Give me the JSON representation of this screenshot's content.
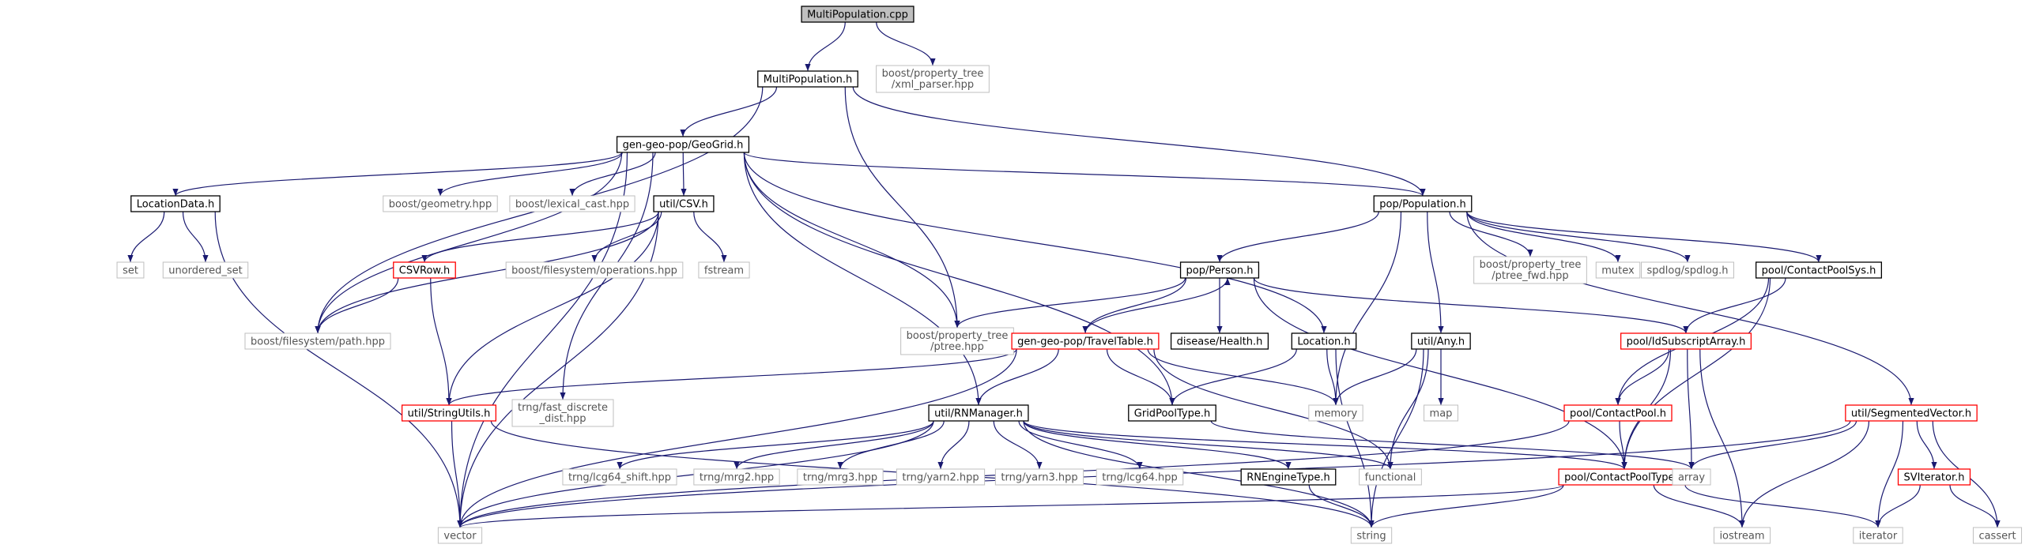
{
  "title": "MultiPopulation.cpp",
  "colors": {
    "edge": "#191970",
    "box_stroke_normal": "#000000",
    "box_stroke_external": "#bfbfbf",
    "box_stroke_truncated": "#ff0000",
    "root_fill": "#bfbfbf",
    "text_normal": "#000000",
    "text_external": "#555555"
  },
  "nodes": [
    {
      "id": "root",
      "label": "MultiPopulation.cpp",
      "kind": "root"
    },
    {
      "id": "multipop_h",
      "label": "MultiPopulation.h",
      "kind": "normal"
    },
    {
      "id": "xml_parser",
      "label": "boost/property_tree\n/xml_parser.hpp",
      "kind": "external"
    },
    {
      "id": "geogrid",
      "label": "gen-geo-pop/GeoGrid.h",
      "kind": "normal"
    },
    {
      "id": "population",
      "label": "pop/Population.h",
      "kind": "normal"
    },
    {
      "id": "locationdata",
      "label": "LocationData.h",
      "kind": "normal"
    },
    {
      "id": "boost_geometry",
      "label": "boost/geometry.hpp",
      "kind": "external"
    },
    {
      "id": "lexical_cast",
      "label": "boost/lexical_cast.hpp",
      "kind": "external"
    },
    {
      "id": "csv_h",
      "label": "util/CSV.h",
      "kind": "normal"
    },
    {
      "id": "set",
      "label": "set",
      "kind": "external"
    },
    {
      "id": "unordered_set",
      "label": "unordered_set",
      "kind": "external"
    },
    {
      "id": "csvrow",
      "label": "CSVRow.h",
      "kind": "truncated"
    },
    {
      "id": "fs_operations",
      "label": "boost/filesystem/operations.hpp",
      "kind": "external"
    },
    {
      "id": "fstream",
      "label": "fstream",
      "kind": "external"
    },
    {
      "id": "fs_path",
      "label": "boost/filesystem/path.hpp",
      "kind": "external"
    },
    {
      "id": "ptree_fwd",
      "label": "boost/property_tree\n/ptree_fwd.hpp",
      "kind": "external"
    },
    {
      "id": "mutex",
      "label": "mutex",
      "kind": "external"
    },
    {
      "id": "spdlog",
      "label": "spdlog/spdlog.h",
      "kind": "external"
    },
    {
      "id": "contactpoolsys",
      "label": "pool/ContactPoolSys.h",
      "kind": "normal"
    },
    {
      "id": "person",
      "label": "pop/Person.h",
      "kind": "normal"
    },
    {
      "id": "ptree",
      "label": "boost/property_tree\n/ptree.hpp",
      "kind": "external"
    },
    {
      "id": "traveltable",
      "label": "gen-geo-pop/TravelTable.h",
      "kind": "truncated"
    },
    {
      "id": "health",
      "label": "disease/Health.h",
      "kind": "normal"
    },
    {
      "id": "location",
      "label": "Location.h",
      "kind": "normal"
    },
    {
      "id": "any",
      "label": "util/Any.h",
      "kind": "normal"
    },
    {
      "id": "idsubscript",
      "label": "pool/IdSubscriptArray.h",
      "kind": "truncated"
    },
    {
      "id": "stringutils",
      "label": "util/StringUtils.h",
      "kind": "truncated"
    },
    {
      "id": "fast_discrete",
      "label": "trng/fast_discrete\n_dist.hpp",
      "kind": "external"
    },
    {
      "id": "rnmanager",
      "label": "util/RNManager.h",
      "kind": "normal"
    },
    {
      "id": "gridpooltype",
      "label": "GridPoolType.h",
      "kind": "normal"
    },
    {
      "id": "memory",
      "label": "memory",
      "kind": "external"
    },
    {
      "id": "map",
      "label": "map",
      "kind": "external"
    },
    {
      "id": "contactpool",
      "label": "pool/ContactPool.h",
      "kind": "truncated"
    },
    {
      "id": "segmentedvector",
      "label": "util/SegmentedVector.h",
      "kind": "truncated"
    },
    {
      "id": "lcg64_shift",
      "label": "trng/lcg64_shift.hpp",
      "kind": "external"
    },
    {
      "id": "mrg2",
      "label": "trng/mrg2.hpp",
      "kind": "external"
    },
    {
      "id": "mrg3",
      "label": "trng/mrg3.hpp",
      "kind": "external"
    },
    {
      "id": "yarn2",
      "label": "trng/yarn2.hpp",
      "kind": "external"
    },
    {
      "id": "yarn3",
      "label": "trng/yarn3.hpp",
      "kind": "external"
    },
    {
      "id": "lcg64",
      "label": "trng/lcg64.hpp",
      "kind": "external"
    },
    {
      "id": "rnenginetype",
      "label": "RNEngineType.h",
      "kind": "normal"
    },
    {
      "id": "functional",
      "label": "functional",
      "kind": "external"
    },
    {
      "id": "contactpooltype",
      "label": "pool/ContactPoolType.h",
      "kind": "truncated"
    },
    {
      "id": "array",
      "label": "array",
      "kind": "external"
    },
    {
      "id": "sviterator",
      "label": "SVIterator.h",
      "kind": "truncated"
    },
    {
      "id": "vector",
      "label": "vector",
      "kind": "external"
    },
    {
      "id": "string",
      "label": "string",
      "kind": "external"
    },
    {
      "id": "iostream",
      "label": "iostream",
      "kind": "external"
    },
    {
      "id": "iterator",
      "label": "iterator",
      "kind": "external"
    },
    {
      "id": "cassert",
      "label": "cassert",
      "kind": "external"
    }
  ],
  "edges": [
    [
      "root",
      "multipop_h"
    ],
    [
      "root",
      "xml_parser"
    ],
    [
      "multipop_h",
      "geogrid"
    ],
    [
      "multipop_h",
      "population"
    ],
    [
      "multipop_h",
      "fs_path"
    ],
    [
      "multipop_h",
      "ptree"
    ],
    [
      "geogrid",
      "locationdata"
    ],
    [
      "geogrid",
      "boost_geometry"
    ],
    [
      "geogrid",
      "lexical_cast"
    ],
    [
      "geogrid",
      "csv_h"
    ],
    [
      "geogrid",
      "population"
    ],
    [
      "geogrid",
      "fs_path"
    ],
    [
      "geogrid",
      "ptree"
    ],
    [
      "geogrid",
      "location"
    ],
    [
      "geogrid",
      "rnmanager"
    ],
    [
      "geogrid",
      "gridpooltype"
    ],
    [
      "geogrid",
      "vector"
    ],
    [
      "geogrid",
      "fast_discrete"
    ],
    [
      "locationdata",
      "set"
    ],
    [
      "locationdata",
      "unordered_set"
    ],
    [
      "locationdata",
      "vector"
    ],
    [
      "csv_h",
      "csvrow"
    ],
    [
      "csv_h",
      "fs_operations"
    ],
    [
      "csv_h",
      "fstream"
    ],
    [
      "csv_h",
      "fs_path"
    ],
    [
      "csv_h",
      "stringutils"
    ],
    [
      "csv_h",
      "vector"
    ],
    [
      "csvrow",
      "fs_path"
    ],
    [
      "csvrow",
      "stringutils"
    ],
    [
      "population",
      "person"
    ],
    [
      "population",
      "ptree_fwd"
    ],
    [
      "population",
      "mutex"
    ],
    [
      "population",
      "spdlog"
    ],
    [
      "population",
      "contactpoolsys"
    ],
    [
      "population",
      "any"
    ],
    [
      "population",
      "memory"
    ],
    [
      "population",
      "segmentedvector"
    ],
    [
      "person",
      "traveltable"
    ],
    [
      "person",
      "health"
    ],
    [
      "person",
      "idsubscript"
    ],
    [
      "person",
      "contactpooltype"
    ],
    [
      "person",
      "ptree"
    ],
    [
      "traveltable",
      "person"
    ],
    [
      "traveltable",
      "rnmanager"
    ],
    [
      "traveltable",
      "gridpooltype"
    ],
    [
      "traveltable",
      "memory"
    ],
    [
      "traveltable",
      "stringutils"
    ],
    [
      "traveltable",
      "vector"
    ],
    [
      "traveltable",
      "functional"
    ],
    [
      "location",
      "gridpooltype"
    ],
    [
      "location",
      "memory"
    ],
    [
      "location",
      "string"
    ],
    [
      "any",
      "memory"
    ],
    [
      "any",
      "map"
    ],
    [
      "any",
      "functional"
    ],
    [
      "any",
      "string"
    ],
    [
      "contactpoolsys",
      "idsubscript"
    ],
    [
      "contactpoolsys",
      "contactpool"
    ],
    [
      "contactpoolsys",
      "contactpooltype"
    ],
    [
      "idsubscript",
      "contactpool"
    ],
    [
      "idsubscript",
      "contactpooltype"
    ],
    [
      "idsubscript",
      "array"
    ],
    [
      "idsubscript",
      "iostream"
    ],
    [
      "contactpool",
      "contactpooltype"
    ],
    [
      "contactpool",
      "vector"
    ],
    [
      "stringutils",
      "vector"
    ],
    [
      "stringutils",
      "string"
    ],
    [
      "rnmanager",
      "lcg64_shift"
    ],
    [
      "rnmanager",
      "mrg2"
    ],
    [
      "rnmanager",
      "mrg3"
    ],
    [
      "rnmanager",
      "yarn2"
    ],
    [
      "rnmanager",
      "yarn3"
    ],
    [
      "rnmanager",
      "lcg64"
    ],
    [
      "rnmanager",
      "rnenginetype"
    ],
    [
      "rnmanager",
      "functional"
    ],
    [
      "rnmanager",
      "vector"
    ],
    [
      "rnmanager",
      "string"
    ],
    [
      "rnmanager",
      "contactpooltype"
    ],
    [
      "gridpooltype",
      "array"
    ],
    [
      "rnenginetype",
      "string"
    ],
    [
      "contactpooltype",
      "string"
    ],
    [
      "contactpooltype",
      "iostream"
    ],
    [
      "contactpooltype",
      "iterator"
    ],
    [
      "contactpooltype",
      "vector"
    ],
    [
      "segmentedvector",
      "sviterator"
    ],
    [
      "segmentedvector",
      "array"
    ],
    [
      "segmentedvector",
      "iterator"
    ],
    [
      "segmentedvector",
      "iostream"
    ],
    [
      "segmentedvector",
      "cassert"
    ],
    [
      "segmentedvector",
      "vector"
    ],
    [
      "sviterator",
      "iterator"
    ],
    [
      "sviterator",
      "cassert"
    ]
  ]
}
